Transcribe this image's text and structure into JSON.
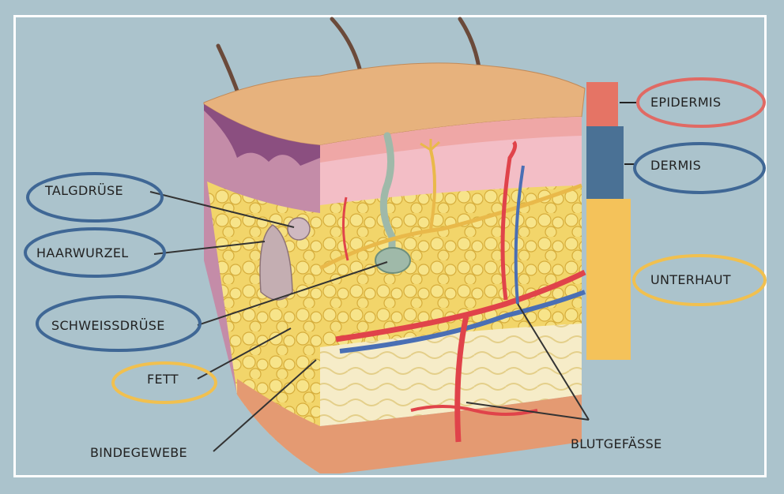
{
  "labels": {
    "talgdruese": "TALGDRÜSE",
    "haarwurzel": "HAARWURZEL",
    "schweissdruese": "SCHWEISSDRÜSE",
    "fett": "FETT",
    "bindegewebe": "BINDEGEWEBE",
    "blutgefaesse": "BLUTGEFÄSSE",
    "epidermis": "EPIDERMIS",
    "dermis": "DERMIS",
    "unterhaut": "UNTERHAUT"
  },
  "colors": {
    "background": "#abc3cc",
    "epidermis": "#e57465",
    "dermis": "#4a7195",
    "unterhaut": "#f4c25a",
    "blue_ring": "#3f6795",
    "yellow_ring": "#f1c04f",
    "red_ring": "#e06a64"
  }
}
